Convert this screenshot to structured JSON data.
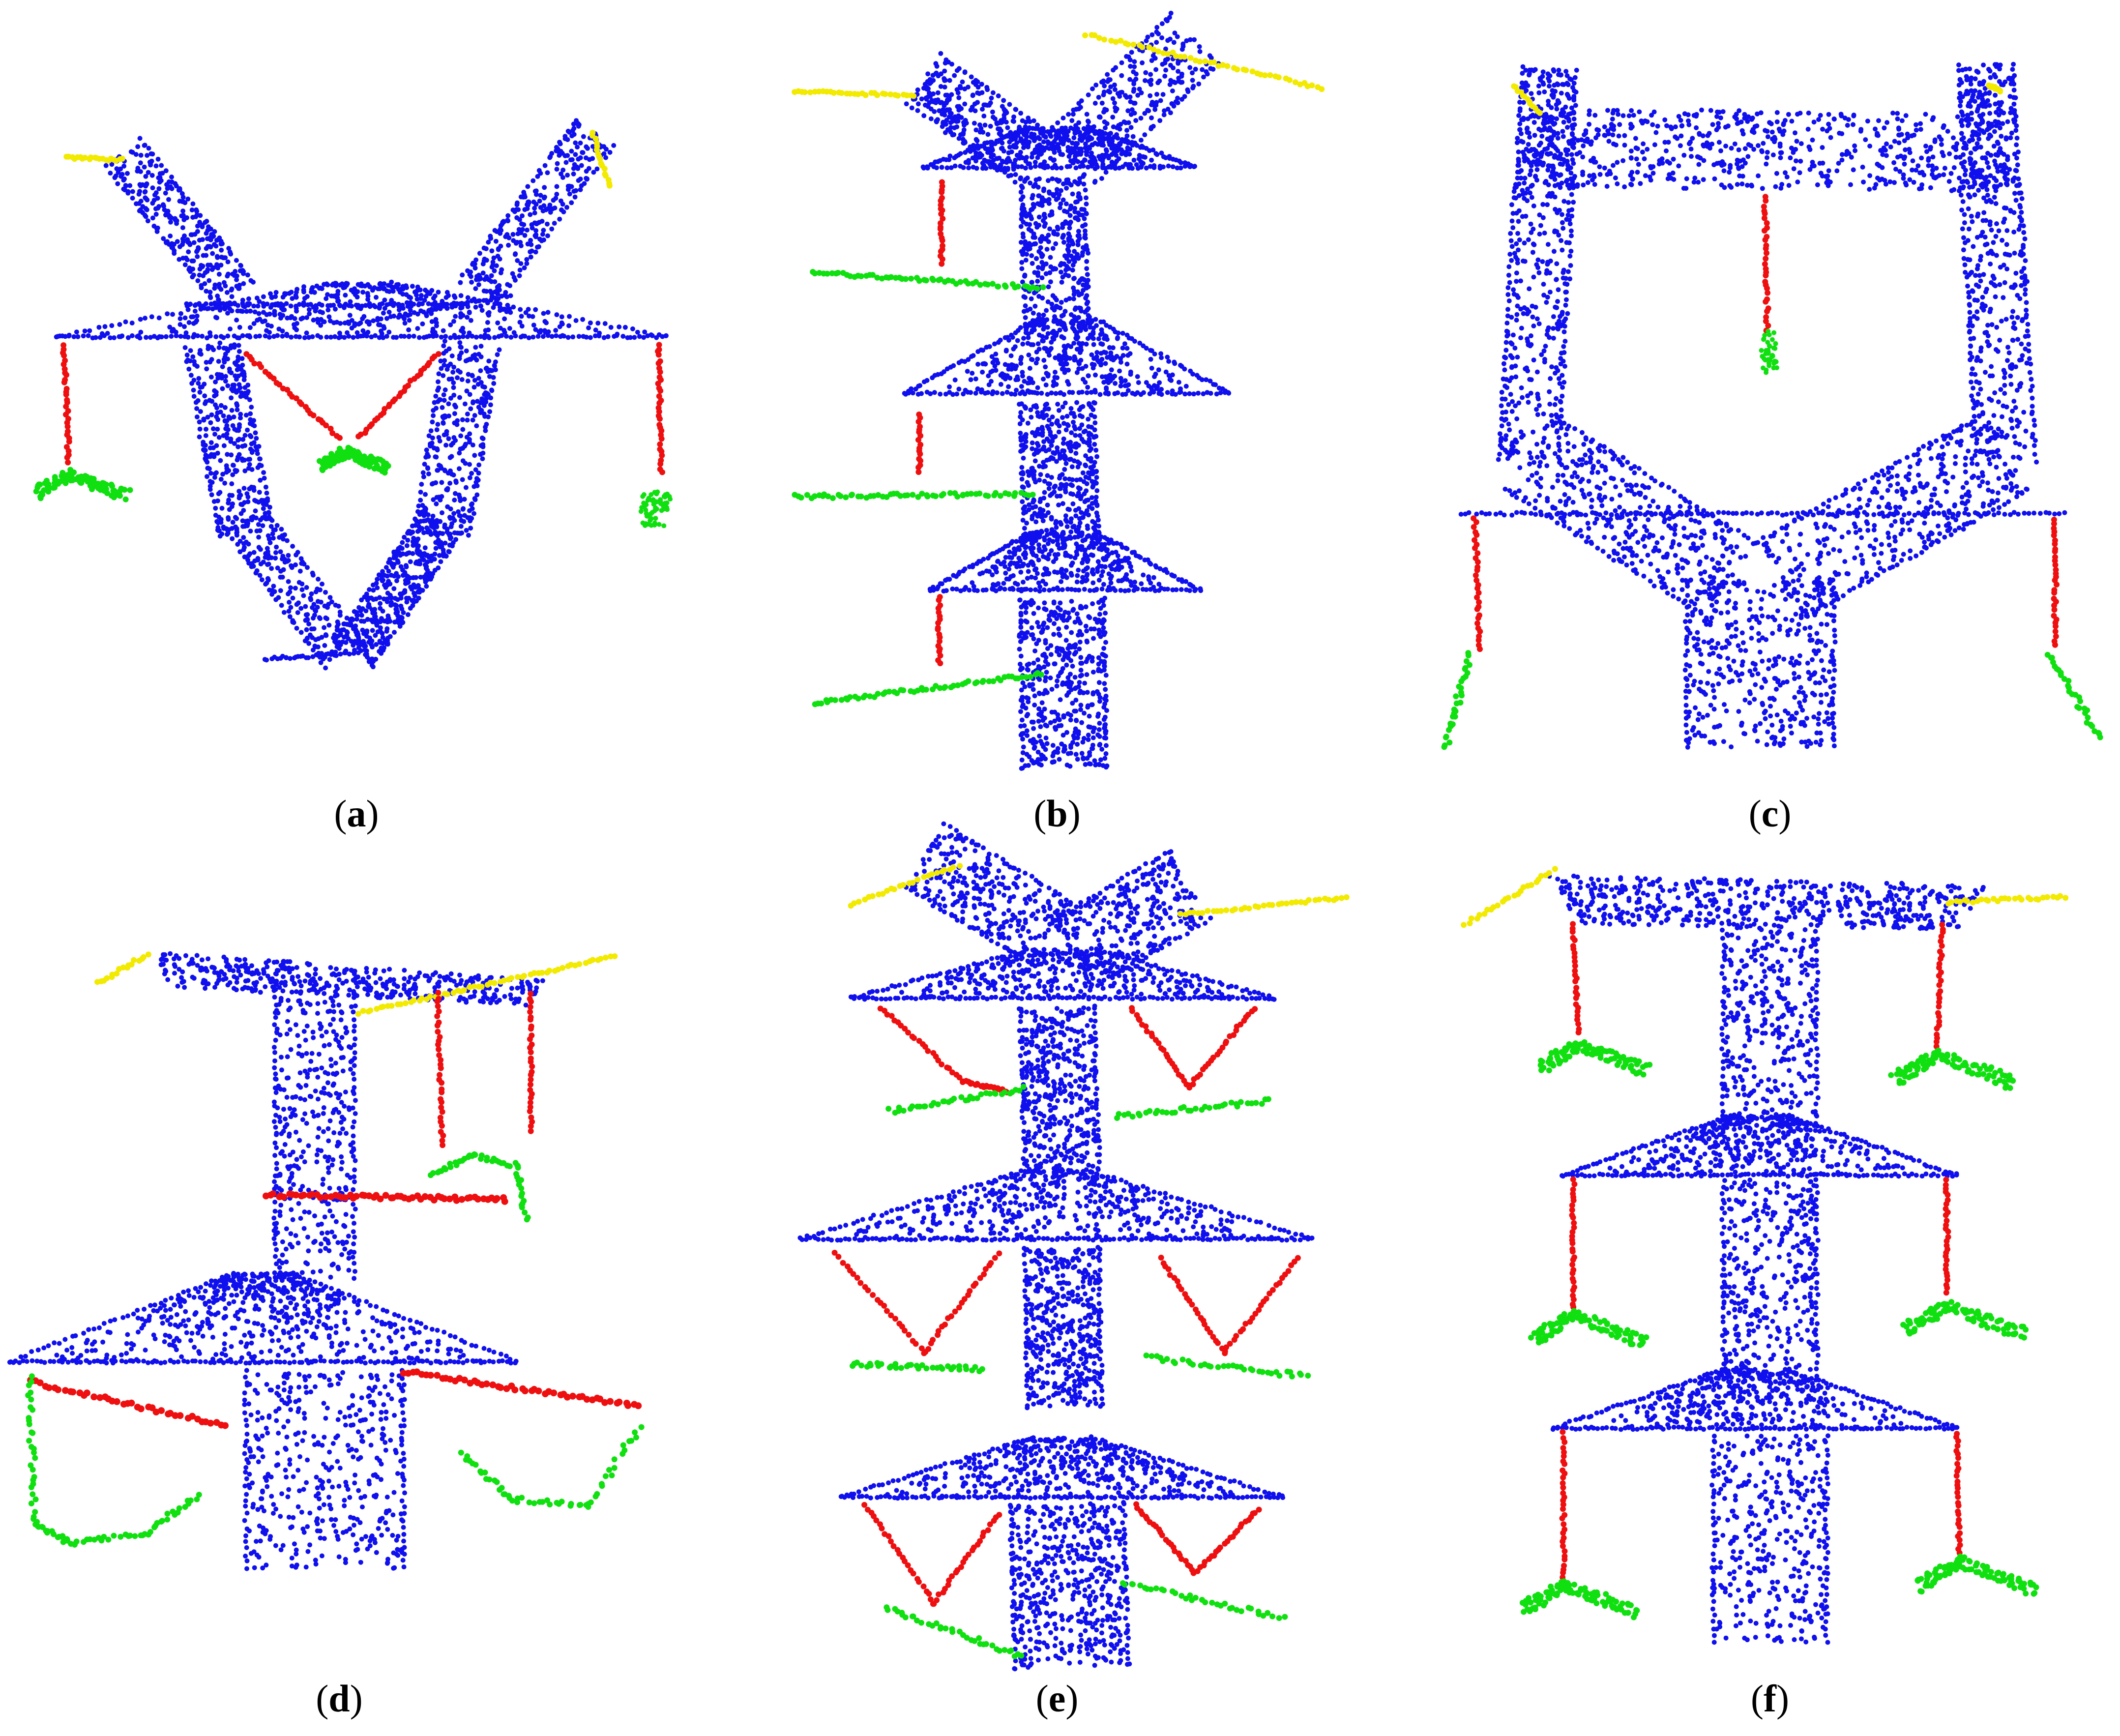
{
  "colors": {
    "tower": "#1010ee",
    "ground_wire": "#f2ea00",
    "insulator": "#ee1010",
    "conductor": "#10e010",
    "background": "#ffffff"
  },
  "panels": [
    {
      "id": "a",
      "label": "(a)",
      "letter": "a"
    },
    {
      "id": "b",
      "label": "(b)",
      "letter": "b"
    },
    {
      "id": "c",
      "label": "(c)",
      "letter": "c"
    },
    {
      "id": "d",
      "label": "(d)",
      "letter": "d"
    },
    {
      "id": "e",
      "label": "(e)",
      "letter": "e"
    },
    {
      "id": "f",
      "label": "(f)",
      "letter": "f"
    }
  ]
}
